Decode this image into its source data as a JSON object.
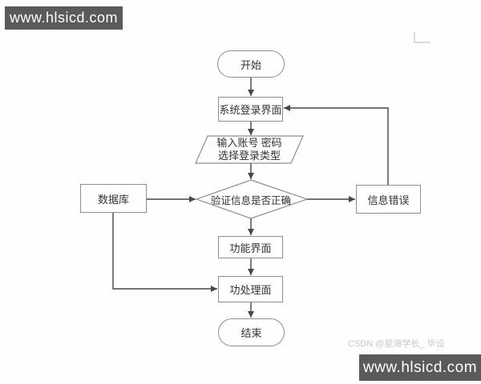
{
  "banner_top": {
    "text": "www.hlsicd.com"
  },
  "banner_bottom": {
    "text": "www.hlsicd.com"
  },
  "watermark": {
    "text": "CSDN @星海学长_ 毕设"
  },
  "colors": {
    "banner_bg": "#5a5a5a",
    "banner_text": "#ffffff",
    "edge_line": "#474747",
    "shape_border": "#8f8f8f",
    "node_text": "#333333",
    "watermark_text": "#c9c9c9",
    "background": "#fefefe"
  },
  "flowchart": {
    "nodes": {
      "start": {
        "label": "开始",
        "type": "terminator"
      },
      "login": {
        "label": "系统登录界面",
        "type": "process"
      },
      "input": {
        "label_line1": "输入账号 密码",
        "label_line2": "选择登录类型",
        "type": "input-output"
      },
      "verify": {
        "label": "验证信息是否正确",
        "type": "decision"
      },
      "database": {
        "label": "数据库",
        "type": "process"
      },
      "error": {
        "label": "信息错误",
        "type": "process"
      },
      "function": {
        "label": "功能界面",
        "type": "process"
      },
      "process": {
        "label": "功处理面",
        "type": "process"
      },
      "end": {
        "label": "结束",
        "type": "terminator"
      }
    },
    "edges": [
      {
        "from": "start",
        "to": "login"
      },
      {
        "from": "login",
        "to": "input"
      },
      {
        "from": "input",
        "to": "verify"
      },
      {
        "from": "database",
        "to": "verify"
      },
      {
        "from": "verify",
        "to": "error"
      },
      {
        "from": "verify",
        "to": "function"
      },
      {
        "from": "function",
        "to": "process"
      },
      {
        "from": "database",
        "to": "process"
      },
      {
        "from": "process",
        "to": "end"
      },
      {
        "from": "error",
        "to": "login"
      }
    ]
  }
}
